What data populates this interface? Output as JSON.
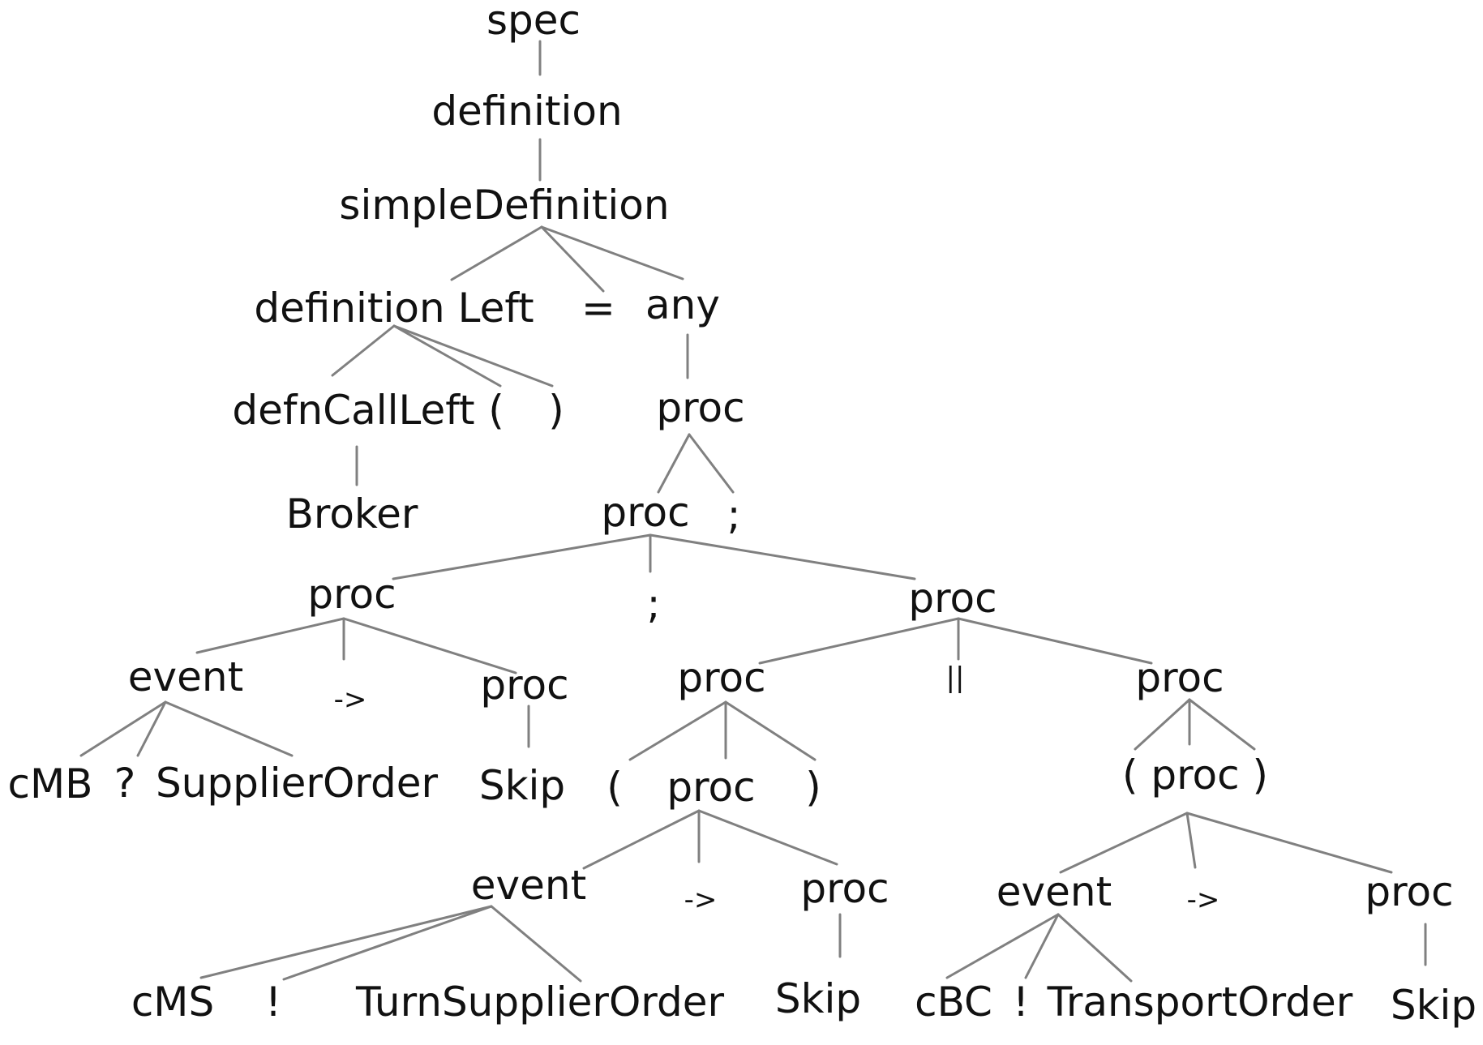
{
  "tree": {
    "nodes": [
      {
        "id": "spec",
        "label": "spec"
      },
      {
        "id": "definition",
        "label": "definition"
      },
      {
        "id": "simpleDefinition",
        "label": "simpleDefinition"
      },
      {
        "id": "definitionLeft",
        "label": "definition Left"
      },
      {
        "id": "equals",
        "label": "="
      },
      {
        "id": "any",
        "label": "any"
      },
      {
        "id": "defnCallLeft",
        "label": "defnCallLeft"
      },
      {
        "id": "lparen1",
        "label": "("
      },
      {
        "id": "rparen1",
        "label": ")"
      },
      {
        "id": "broker",
        "label": "Broker"
      },
      {
        "id": "proc1",
        "label": "proc"
      },
      {
        "id": "proc2",
        "label": "proc"
      },
      {
        "id": "semi1",
        "label": ";"
      },
      {
        "id": "proc3",
        "label": "proc"
      },
      {
        "id": "semi2",
        "label": ";"
      },
      {
        "id": "proc4",
        "label": "proc"
      },
      {
        "id": "event1",
        "label": "event"
      },
      {
        "id": "arrow1",
        "label": "->"
      },
      {
        "id": "proc5",
        "label": "proc"
      },
      {
        "id": "cMB",
        "label": "cMB"
      },
      {
        "id": "q1",
        "label": "?"
      },
      {
        "id": "supplierOrder",
        "label": "SupplierOrder"
      },
      {
        "id": "skip1",
        "label": "Skip"
      },
      {
        "id": "proc6",
        "label": "proc"
      },
      {
        "id": "par",
        "label": "||"
      },
      {
        "id": "proc7",
        "label": "proc"
      },
      {
        "id": "lparen2",
        "label": "("
      },
      {
        "id": "proc8",
        "label": "proc"
      },
      {
        "id": "rparen2",
        "label": ")"
      },
      {
        "id": "parenProc",
        "label": "( proc )"
      },
      {
        "id": "event2",
        "label": "event"
      },
      {
        "id": "arrow2",
        "label": "->"
      },
      {
        "id": "proc9",
        "label": "proc"
      },
      {
        "id": "cMS",
        "label": "cMS"
      },
      {
        "id": "bang1",
        "label": "!"
      },
      {
        "id": "turnSupplierOrder",
        "label": "TurnSupplierOrder"
      },
      {
        "id": "skip2",
        "label": "Skip"
      },
      {
        "id": "event3",
        "label": "event"
      },
      {
        "id": "arrow3",
        "label": "->"
      },
      {
        "id": "proc10",
        "label": "proc"
      },
      {
        "id": "cBC",
        "label": "cBC"
      },
      {
        "id": "bang2",
        "label": "!"
      },
      {
        "id": "transportOrder",
        "label": "TransportOrder"
      },
      {
        "id": "skip3",
        "label": "Skip"
      }
    ],
    "edges": [
      [
        "spec",
        "definition"
      ],
      [
        "definition",
        "simpleDefinition"
      ],
      [
        "simpleDefinition",
        "definitionLeft"
      ],
      [
        "simpleDefinition",
        "equals"
      ],
      [
        "simpleDefinition",
        "any"
      ],
      [
        "definitionLeft",
        "defnCallLeft"
      ],
      [
        "definitionLeft",
        "lparen1"
      ],
      [
        "definitionLeft",
        "rparen1"
      ],
      [
        "defnCallLeft",
        "broker"
      ],
      [
        "any",
        "proc1"
      ],
      [
        "proc1",
        "proc2"
      ],
      [
        "proc1",
        "semi1"
      ],
      [
        "proc2",
        "proc3"
      ],
      [
        "proc2",
        "semi2"
      ],
      [
        "proc2",
        "proc4"
      ],
      [
        "proc3",
        "event1"
      ],
      [
        "proc3",
        "arrow1"
      ],
      [
        "proc3",
        "proc5"
      ],
      [
        "event1",
        "cMB"
      ],
      [
        "event1",
        "q1"
      ],
      [
        "event1",
        "supplierOrder"
      ],
      [
        "proc5",
        "skip1"
      ],
      [
        "proc4",
        "proc6"
      ],
      [
        "proc4",
        "par"
      ],
      [
        "proc4",
        "proc7"
      ],
      [
        "proc6",
        "lparen2"
      ],
      [
        "proc6",
        "proc8"
      ],
      [
        "proc6",
        "rparen2"
      ],
      [
        "proc7",
        "parenProc"
      ],
      [
        "proc8",
        "event2"
      ],
      [
        "proc8",
        "arrow2"
      ],
      [
        "proc8",
        "proc9"
      ],
      [
        "event2",
        "cMS"
      ],
      [
        "event2",
        "bang1"
      ],
      [
        "event2",
        "turnSupplierOrder"
      ],
      [
        "proc9",
        "skip2"
      ],
      [
        "parenProc",
        "event3"
      ],
      [
        "parenProc",
        "arrow3"
      ],
      [
        "parenProc",
        "proc10"
      ],
      [
        "event3",
        "cBC"
      ],
      [
        "event3",
        "bang2"
      ],
      [
        "event3",
        "transportOrder"
      ],
      [
        "proc10",
        "skip3"
      ]
    ]
  }
}
